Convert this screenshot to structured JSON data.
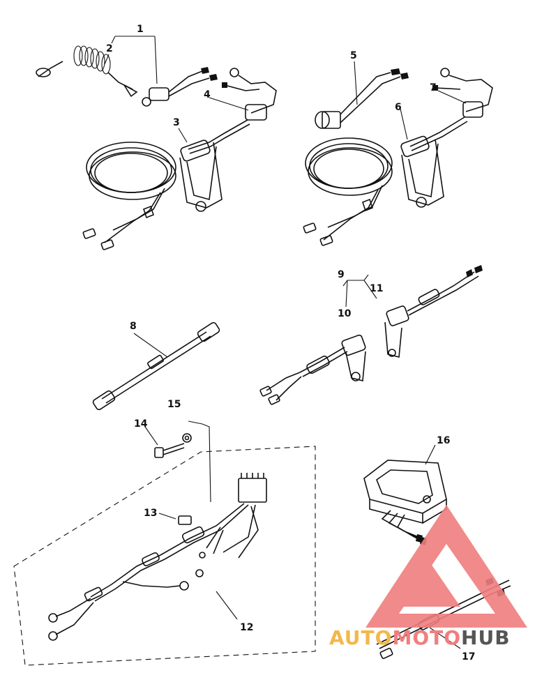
{
  "diagram": {
    "callouts": [
      "1",
      "2",
      "3",
      "4",
      "5",
      "6",
      "7",
      "8",
      "9",
      "10",
      "11",
      "12",
      "13",
      "14",
      "15",
      "16",
      "17"
    ]
  },
  "watermark": {
    "text_part1": "AUTO",
    "text_part2": "MOTO",
    "text_part3": "HUB",
    "color1": "#f2b84b",
    "color2": "#f07e7e",
    "color3": "#555555",
    "logo_color": "#f07e7e"
  }
}
